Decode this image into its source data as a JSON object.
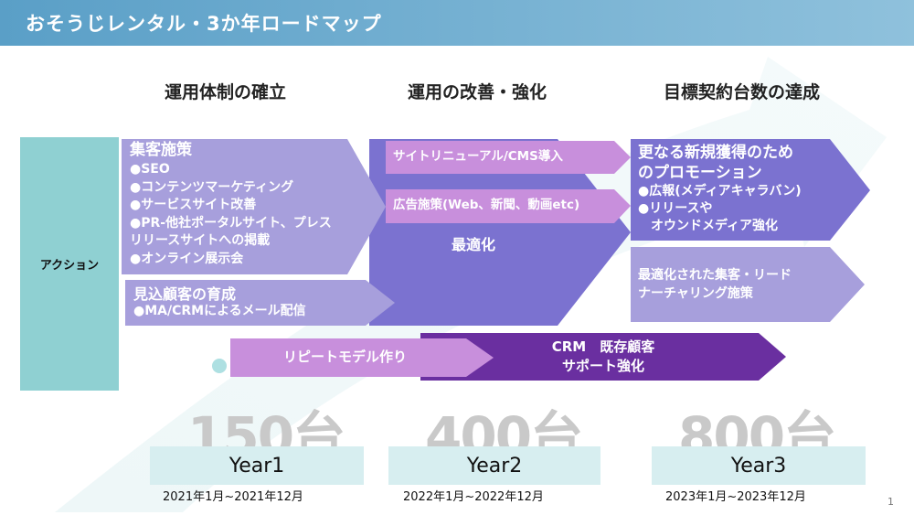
{
  "header": {
    "title": "おそうじレンタル・3か年ロードマップ"
  },
  "phases": [
    "運用体制の確立",
    "運用の改善・強化",
    "目標契約台数の達成"
  ],
  "row_label": "アクション",
  "year1": {
    "group1": {
      "title": "集客施策",
      "items": [
        "●SEO",
        "●コンテンツマーケティング",
        "●サービスサイト改善",
        "●PR-他社ポータルサイト、プレス",
        "リリースサイトへの掲載",
        "●オンライン展示会"
      ]
    },
    "group2": {
      "title": "見込顧客の育成",
      "items": [
        "●MA/CRMによるメール配信"
      ]
    },
    "repeat": "リピートモデル作り"
  },
  "year2": {
    "site": "サイトリニューアル/CMS導入",
    "ads": "広告施策(Web、新聞、動画etc)",
    "optimize": "最適化",
    "crm_line1": "CRM　既存顧客",
    "crm_line2": "サポート強化"
  },
  "year3": {
    "promo_title_line1": "更なる新規獲得のため",
    "promo_title_line2": "のプロモーション",
    "promo_items": [
      "●広報(メディアキャラバン)",
      "●リリースや",
      "オウンドメディア強化"
    ],
    "nurture_line1": "最適化された集客・リード",
    "nurture_line2": "ナーチャリング施策"
  },
  "targets": [
    "150台",
    "400台",
    "800台"
  ],
  "years": [
    "Year1",
    "Year2",
    "Year3"
  ],
  "periods": [
    "2021年1月~2021年12月",
    "2022年1月~2022年12月",
    "2023年1月~2023年12月"
  ],
  "page_number": "1",
  "colors": {
    "title_bar": "#5a9fc7",
    "label_block": "#8fd0d2",
    "light_purple": "#a79fdc",
    "mid_purple": "#7b72d0",
    "pink_purple": "#c88fdc",
    "dark_purple": "#6a2fa0",
    "year_box": "#d7eef0"
  }
}
